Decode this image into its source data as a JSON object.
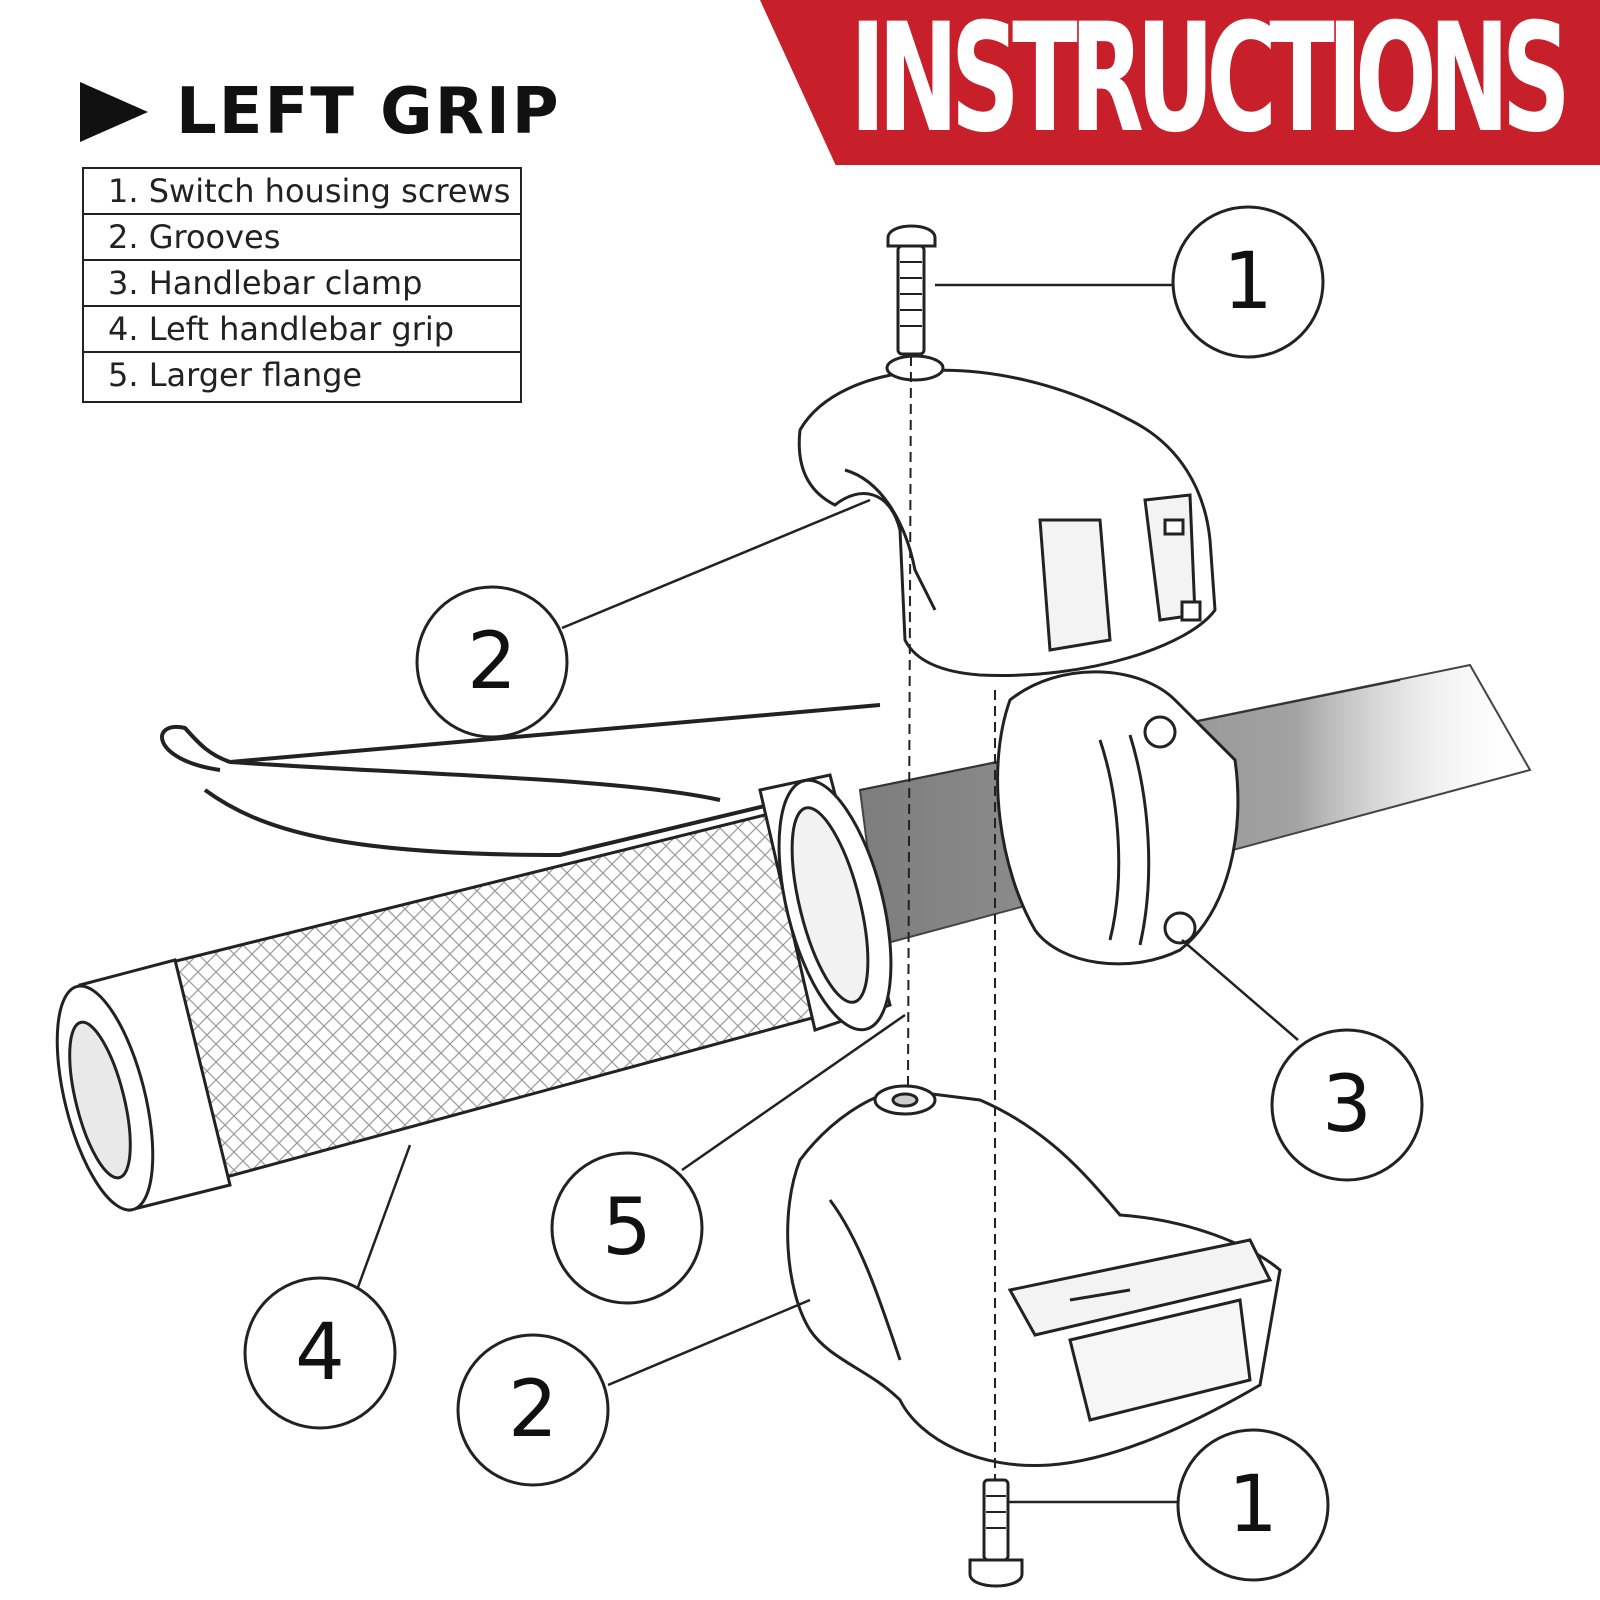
{
  "banner": {
    "title": "INSTRUCTIONS",
    "color": "#c8202b"
  },
  "section": {
    "heading": "LEFT GRIP",
    "arrow_icon": "triangle-arrow-right"
  },
  "legend": {
    "items": [
      "1. Switch housing screws",
      "2. Grooves",
      "3. Handlebar clamp",
      "4. Left handlebar grip",
      "5. Larger flange"
    ]
  },
  "callouts": {
    "screw_top": "1",
    "grooves_top": "2",
    "clamp": "3",
    "grip": "4",
    "flange": "5",
    "grooves_bottom": "2",
    "screw_bottom": "1"
  }
}
